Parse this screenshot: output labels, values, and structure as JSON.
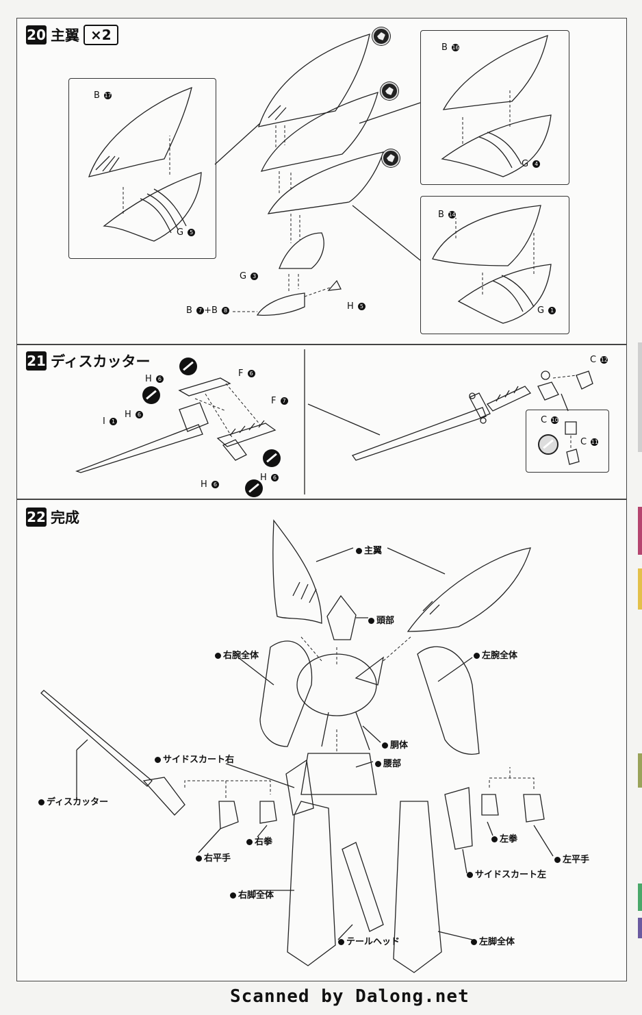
{
  "step20": {
    "number": "20",
    "title": "主翼",
    "qty": "×2",
    "labels": {
      "b17": "B",
      "b17n": "17",
      "g5": "G",
      "g5n": "5",
      "b16": "B",
      "b16n": "16",
      "g4": "G",
      "g4n": "4",
      "b14": "B",
      "b14n": "14",
      "g1": "G",
      "g1n": "1",
      "g3": "G",
      "g3n": "3",
      "h5": "H",
      "h5n": "5",
      "b7b8": "B",
      "b7n": "7",
      "plus": "+B",
      "b8n": "8"
    }
  },
  "step21": {
    "number": "21",
    "title": "ディスカッター",
    "labels": {
      "h6a": "H",
      "h6an": "6",
      "h6b": "H",
      "h6bn": "6",
      "h6c": "H",
      "h6cn": "6",
      "h6d": "H",
      "h6dn": "6",
      "f6": "F",
      "f6n": "6",
      "f7": "F",
      "f7n": "7",
      "i1": "I",
      "i1n": "1",
      "c12": "C",
      "c12n": "12",
      "c10": "C",
      "c10n": "10",
      "c11": "C",
      "c11n": "11"
    }
  },
  "step22": {
    "number": "22",
    "title": "完成",
    "callouts": {
      "main_wing": "主翼",
      "head": "頭部",
      "right_arm": "右腕全体",
      "left_arm": "左腕全体",
      "torso": "胴体",
      "waist": "腰部",
      "side_skirt_r": "サイドスカート右",
      "dis_cutter": "ディスカッター",
      "right_open_hand": "右平手",
      "right_fist": "右拳",
      "right_leg": "右脚全体",
      "tail_head": "テールヘッド",
      "left_fist": "左拳",
      "left_open_hand": "左平手",
      "side_skirt_l": "サイドスカート左",
      "left_leg": "左脚全体"
    }
  },
  "watermark": "Scanned by Dalong.net",
  "colors": {
    "line": "#222222",
    "paper": "#fbfbfa",
    "badge": "#111111"
  },
  "icons": {
    "cement": "glue-icon",
    "cut": "cut-gate-icon"
  }
}
